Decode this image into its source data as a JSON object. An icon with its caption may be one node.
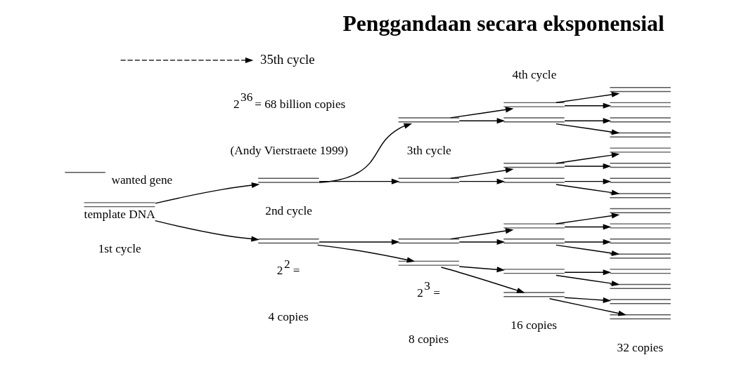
{
  "diagram": {
    "title": "Penggandaan secara eksponensial",
    "nodes": [
      {
        "text": [
          "template DNA"
        ]
      },
      {
        "text": [],
        "shape": "bar"
      },
      {
        "text": [],
        "shape": "bar"
      },
      {
        "text": [],
        "shape": "bar"
      },
      {
        "text": [],
        "shape": "bar"
      },
      {
        "text": [],
        "shape": "bar"
      },
      {
        "text": [],
        "shape": "bar"
      },
      {
        "text": [],
        "shape": "bar"
      },
      {
        "text": [],
        "shape": "bar"
      },
      {
        "text": [],
        "shape": "bar"
      },
      {
        "text": [],
        "shape": "bar"
      },
      {
        "text": [],
        "shape": "bar"
      },
      {
        "text": [],
        "shape": "bar"
      },
      {
        "text": [],
        "shape": "bar"
      },
      {
        "text": [],
        "shape": "bar"
      },
      {
        "text": [],
        "shape": "bar"
      },
      {
        "text": [],
        "shape": "bar"
      },
      {
        "text": [],
        "shape": "bar"
      },
      {
        "text": [],
        "shape": "bar"
      },
      {
        "text": [],
        "shape": "bar"
      },
      {
        "text": [],
        "shape": "bar"
      },
      {
        "text": [],
        "shape": "bar"
      },
      {
        "text": [],
        "shape": "bar"
      },
      {
        "text": [],
        "shape": "bar"
      },
      {
        "text": [],
        "shape": "bar"
      },
      {
        "text": [],
        "shape": "bar"
      },
      {
        "text": [],
        "shape": "bar"
      },
      {
        "text": [],
        "shape": "bar"
      },
      {
        "text": [],
        "shape": "bar"
      },
      {
        "text": [],
        "shape": "bar"
      },
      {
        "text": [],
        "shape": "bar"
      },
      {
        "text": [
          "35th cycle"
        ]
      }
    ],
    "edges": [
      {
        "from": 0,
        "to": 1,
        "arrow": "to"
      },
      {
        "from": 0,
        "to": 2,
        "arrow": "to"
      },
      {
        "from": 1,
        "to": 3,
        "arrow": "to"
      },
      {
        "from": 1,
        "to": 4,
        "arrow": "to"
      },
      {
        "from": 2,
        "to": 5,
        "arrow": "to"
      },
      {
        "from": 2,
        "to": 6,
        "arrow": "to"
      },
      {
        "from": 3,
        "to": 7,
        "arrow": "to"
      },
      {
        "from": 3,
        "to": 8,
        "arrow": "to"
      },
      {
        "from": 4,
        "to": 9,
        "arrow": "to"
      },
      {
        "from": 4,
        "to": 10,
        "arrow": "to"
      },
      {
        "from": 5,
        "to": 11,
        "arrow": "to"
      },
      {
        "from": 5,
        "to": 12,
        "arrow": "to"
      },
      {
        "from": 6,
        "to": 13,
        "arrow": "to"
      },
      {
        "from": 6,
        "to": 14,
        "arrow": "to"
      },
      {
        "from": 7,
        "to": 15,
        "arrow": "to"
      },
      {
        "from": 7,
        "to": 16,
        "arrow": "to"
      },
      {
        "from": 8,
        "to": 17,
        "arrow": "to"
      },
      {
        "from": 8,
        "to": 18,
        "arrow": "to"
      },
      {
        "from": 9,
        "to": 19,
        "arrow": "to"
      },
      {
        "from": 9,
        "to": 20,
        "arrow": "to"
      },
      {
        "from": 10,
        "to": 21,
        "arrow": "to"
      },
      {
        "from": 10,
        "to": 22,
        "arrow": "to"
      },
      {
        "from": 11,
        "to": 23,
        "arrow": "to"
      },
      {
        "from": 11,
        "to": 24,
        "arrow": "to"
      },
      {
        "from": 12,
        "to": 25,
        "arrow": "to"
      },
      {
        "from": 12,
        "to": 26,
        "arrow": "to"
      },
      {
        "from": 13,
        "to": 27,
        "arrow": "to"
      },
      {
        "from": 13,
        "to": 28,
        "arrow": "to"
      },
      {
        "from": 14,
        "to": 29,
        "arrow": "to"
      },
      {
        "from": 14,
        "to": 30,
        "arrow": "to"
      },
      {
        "from": null,
        "to": 31,
        "arrow": "to",
        "style": "dashed"
      }
    ],
    "labels": [
      "4th cycle",
      "3th cycle",
      "2nd cycle",
      "1st cycle",
      "2$^{2}$ =",
      "4 copies",
      "2$^{3}$ =",
      "8 copies",
      "16 copies",
      "32 copies",
      "2$^{36}$ = 68 billion copies",
      "(Andy Vierstraete 1999)"
    ],
    "legend": [
      {
        "text": "wanted gene"
      }
    ]
  }
}
